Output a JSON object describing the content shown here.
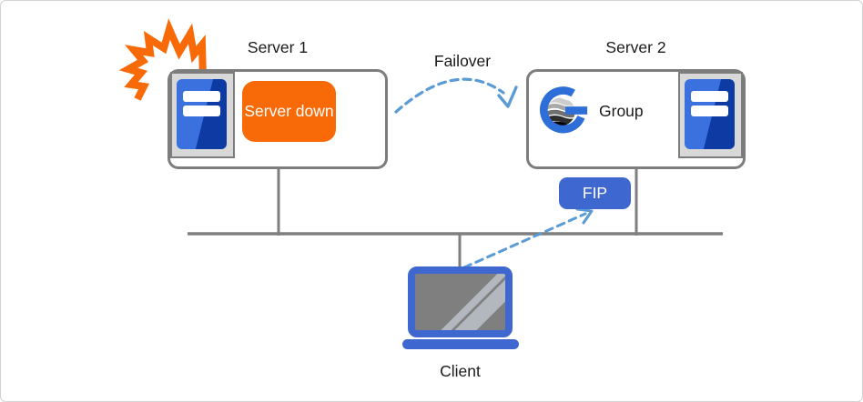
{
  "nodes": {
    "server1": {
      "label": "Server 1",
      "status_badge": "Server down"
    },
    "server2": {
      "label": "Server 2",
      "group_label": "Group",
      "fip_label": "FIP"
    },
    "client": {
      "label": "Client"
    },
    "failover": {
      "label": "Failover"
    }
  },
  "palette": {
    "orange": "#f86a07",
    "primary_blue": "#3e68cf",
    "dashed_link_blue": "#5b9bd5",
    "line_gray": "#7f7f7f",
    "server_light_blue": "#3b71de",
    "server_dark_blue": "#0e3aa4",
    "icon_bg_gray": "#d8d8d8",
    "logo_blue": "#2e6ed8"
  },
  "icons": {
    "explosion": "burst-explosion-icon",
    "server": "server-tower-icon",
    "group_logo": "cluster-g-globe-icon",
    "client": "laptop-icon",
    "failover_arrow": "dashed-arc-arrow-icon",
    "fip_arrow": "dashed-arrow-icon"
  }
}
